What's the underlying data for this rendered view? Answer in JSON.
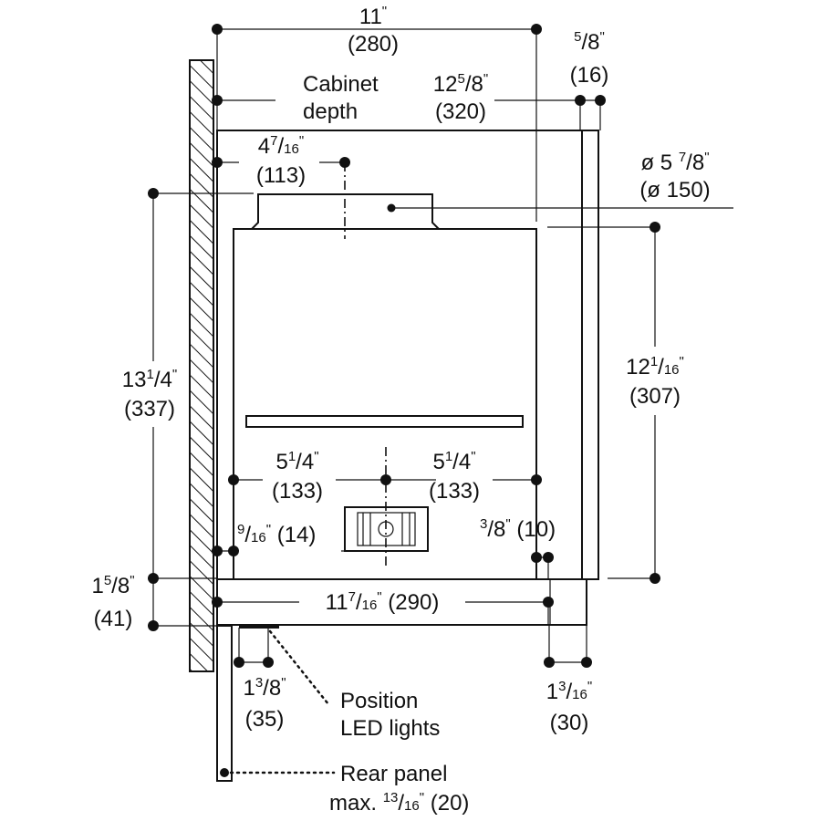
{
  "labels": {
    "width_11": {
      "whole": "11",
      "sup": "",
      "den": "",
      "mark": "\"",
      "mm": "(280)"
    },
    "side_5_8": {
      "whole": "",
      "sup": "5",
      "den": "8",
      "mark": "\"",
      "mm": "(16)"
    },
    "cabinet_depth": {
      "line1": "Cabinet",
      "line2": "depth"
    },
    "depth_12_5_8": {
      "whole": "12",
      "sup": "5",
      "den": "8",
      "mark": "\"",
      "mm": "(320)"
    },
    "duct_offset": {
      "whole": "4",
      "sup": "7",
      "den": "16",
      "mark": "\"",
      "mm": "(113)"
    },
    "duct_diameter": {
      "prefix": "ø 5 ",
      "sup": "7",
      "den": "8",
      "mark": "\"",
      "mm": "(ø 150)"
    },
    "height_13_1_4": {
      "whole": "13",
      "sup": "1",
      "den": "4",
      "mark": "\"",
      "mm": "(337)"
    },
    "height_12_1_16": {
      "whole": "12",
      "sup": "1",
      "den": "16",
      "mark": "\"",
      "mm": "(307)"
    },
    "left_5_1_4": {
      "whole": "5",
      "sup": "1",
      "den": "4",
      "mark": "\"",
      "mm": "(133)"
    },
    "right_5_1_4": {
      "whole": "5",
      "sup": "1",
      "den": "4",
      "mark": "\"",
      "mm": "(133)"
    },
    "offset_9_16": {
      "sup": "9",
      "den": "16",
      "mark": "\"",
      "mm": "(14)"
    },
    "offset_3_8": {
      "sup": "3",
      "den": "8",
      "mark": "\"",
      "mm": "(10)"
    },
    "height_1_5_8": {
      "whole": "1",
      "sup": "5",
      "den": "8",
      "mark": "\"",
      "mm": "(41)"
    },
    "width_11_7_16": {
      "whole": "11",
      "sup": "7",
      "den": "16",
      "mark": "\"",
      "mm": "(290)"
    },
    "led_1_3_8": {
      "whole": "1",
      "sup": "3",
      "den": "8",
      "mark": "\"",
      "mm": "(35)"
    },
    "front_1_3_16": {
      "whole": "1",
      "sup": "3",
      "den": "16",
      "mark": "\"",
      "mm": "(30)"
    },
    "position_led": {
      "line1": "Position",
      "line2": "LED lights"
    },
    "rear_panel": {
      "line1": "Rear panel",
      "prefix": "max. ",
      "sup": "13",
      "den": "16",
      "mark": "\"",
      "mm": "(20)"
    }
  }
}
